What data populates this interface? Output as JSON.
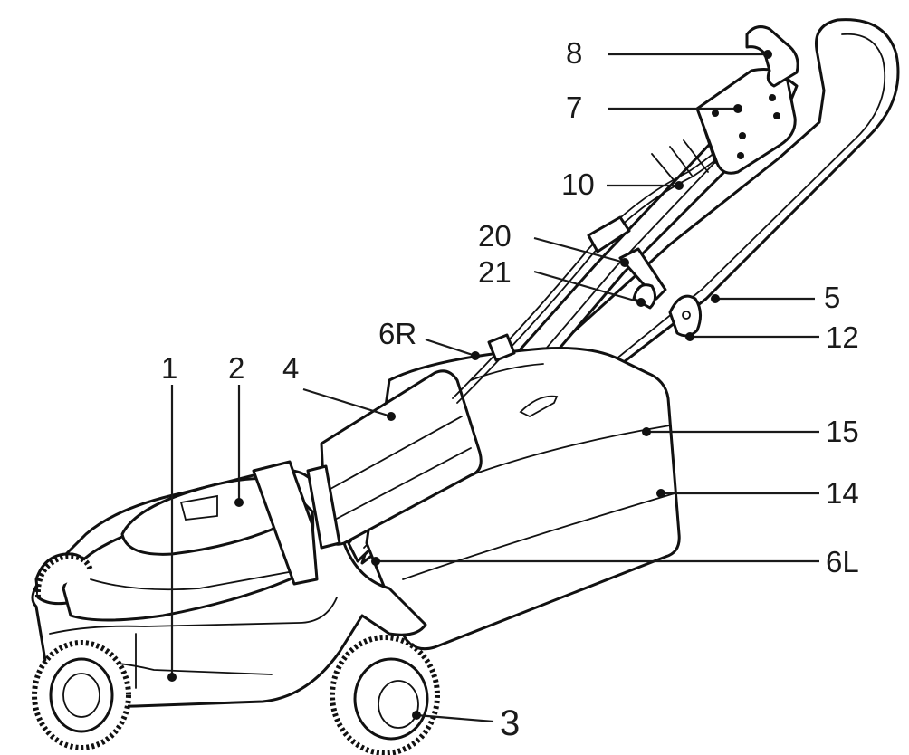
{
  "labels": {
    "l1": "1",
    "l2": "2",
    "l3": "3",
    "l4": "4",
    "l5": "5",
    "l6R": "6R",
    "l6L": "6L",
    "l7": "7",
    "l8": "8",
    "l10": "10",
    "l12": "12",
    "l14": "14",
    "l15": "15",
    "l20": "20",
    "l21": "21"
  }
}
